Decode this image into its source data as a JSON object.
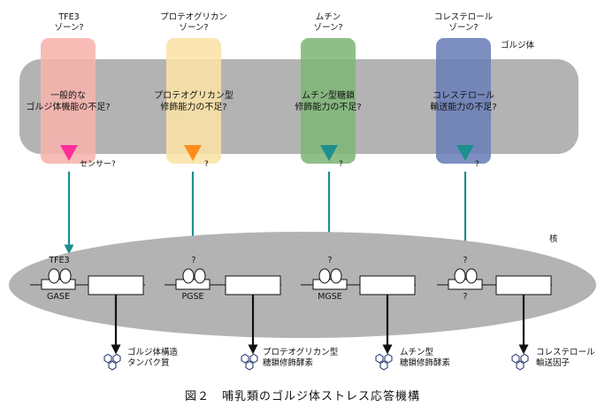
{
  "diagram": {
    "golgi_label": "ゴルジ体",
    "nucleus_label": "核",
    "zones": [
      {
        "title_line1": "TFE3",
        "title_line2": "ゾーン?",
        "center_line1": "一般的な",
        "center_line2": "ゴルジ体機能の不足?",
        "sensor_label": "センサー?",
        "element_top": "TFE3",
        "element_bottom": "GASE",
        "product_line1": "ゴルジ体構造",
        "product_line2": "タンパク質",
        "zone_color": "#f7b3ad",
        "triangle_color": "#ff2f9a"
      },
      {
        "title_line1": "プロテオグリカン",
        "title_line2": "ゾーン?",
        "center_line1": "プロテオグリカン型",
        "center_line2": "修飾能力の不足?",
        "sensor_label": "?",
        "element_top": "?",
        "element_bottom": "PGSE",
        "product_line1": "プロテオグリカン型",
        "product_line2": "糖鎖修飾酵素",
        "zone_color": "#fbe3a6",
        "triangle_color": "#ff8c1a"
      },
      {
        "title_line1": "ムチン",
        "title_line2": "ゾーン?",
        "center_line1": "ムチン型糖鎖",
        "center_line2": "修飾能力の不足?",
        "sensor_label": "?",
        "element_top": "?",
        "element_bottom": "MGSE",
        "product_line1": "ムチン型",
        "product_line2": "糖鎖修飾酵素",
        "zone_color": "#7fb677",
        "triangle_color": "#1e8f8c"
      },
      {
        "title_line1": "コレステロール",
        "title_line2": "ゾーン?",
        "center_line1": "コレステロール",
        "center_line2": "輸送能力の不足?",
        "sensor_label": "?",
        "element_top": "?",
        "element_bottom": "?",
        "product_line1": "コレステロール",
        "product_line2": "輸送因子",
        "zone_color": "#6b80b8",
        "triangle_color": "#1e8f8c"
      }
    ],
    "caption": "図２　哺乳類のゴルジ体ストレス応答機構"
  }
}
